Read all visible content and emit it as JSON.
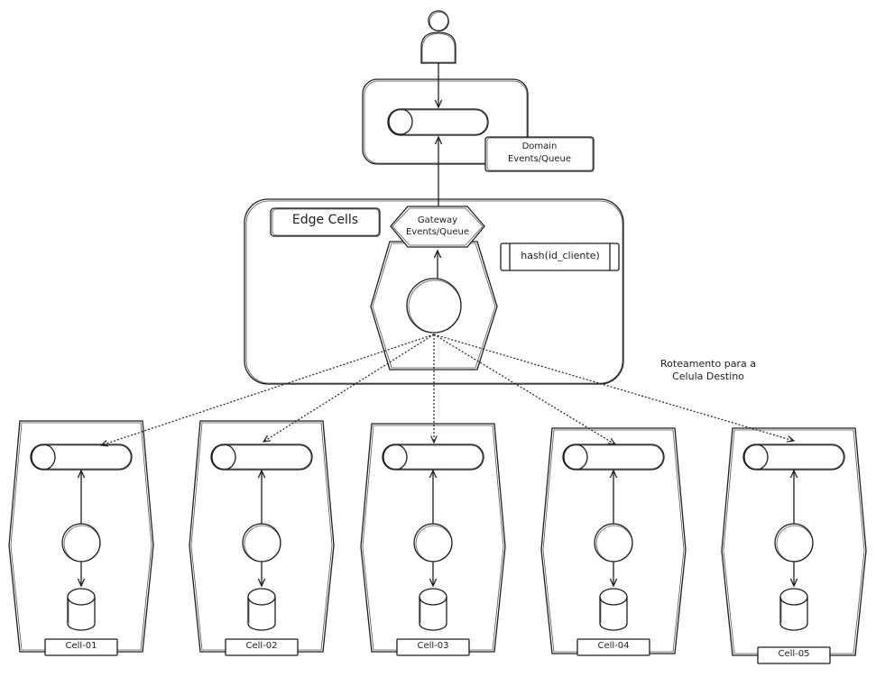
{
  "top": {
    "domain_label_line1": "Domain",
    "domain_label_line2": "Events/Queue"
  },
  "edge": {
    "title": "Edge Cells",
    "gateway_line1": "Gateway",
    "gateway_line2": "Events/Queue",
    "hash_label": "hash(id_cliente)"
  },
  "routing": {
    "line1": "Roteamento para a",
    "line2": "Celula Destino"
  },
  "cells": [
    "Cell-01",
    "Cell-02",
    "Cell-03",
    "Cell-04",
    "Cell-05"
  ],
  "icons": [
    "user-icon",
    "queue-icon",
    "service-icon",
    "database-icon"
  ]
}
